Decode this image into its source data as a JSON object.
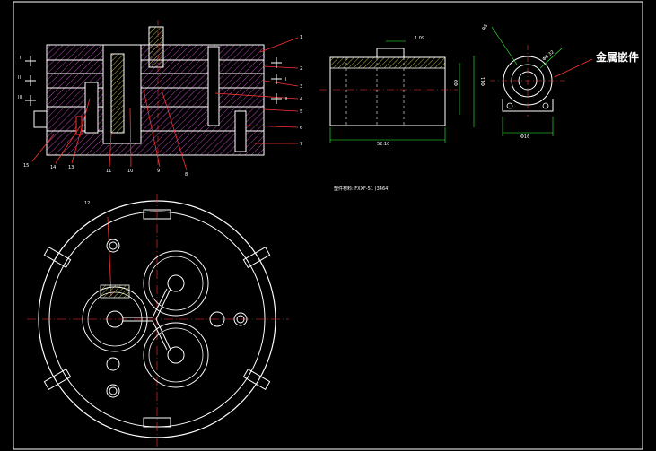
{
  "section_view": {
    "part_numbers_right": [
      "1",
      "2",
      "3",
      "4",
      "5",
      "6",
      "7"
    ],
    "part_numbers_bottom": [
      "15",
      "14",
      "13",
      "11",
      "10",
      "9",
      "8"
    ],
    "section_marks_left": [
      "I",
      "II",
      "III"
    ],
    "section_marks_right": [
      "I",
      "II",
      "III"
    ]
  },
  "insert_drawing": {
    "dim_top": "1.09",
    "dim_height_1": "Φ9",
    "dim_height_2": "Φ11",
    "dim_length": "52.10"
  },
  "end_view": {
    "dim_r": "R8",
    "dim_d": "Φ6.32",
    "dim_width": "Φ16",
    "insert_label": "金属嵌件"
  },
  "material_note": "塑件材料: FXXF-51 (3464)",
  "plan_view": {
    "part_number": "12"
  },
  "colors": {
    "background": "#000000",
    "line_white": "#ffffff",
    "line_red": "#ff3333",
    "hatch_magenta": "#ff66ff",
    "dim_green": "#33ff33",
    "center_yellow": "#ffff66",
    "frame_cyan": "#00ffff"
  }
}
